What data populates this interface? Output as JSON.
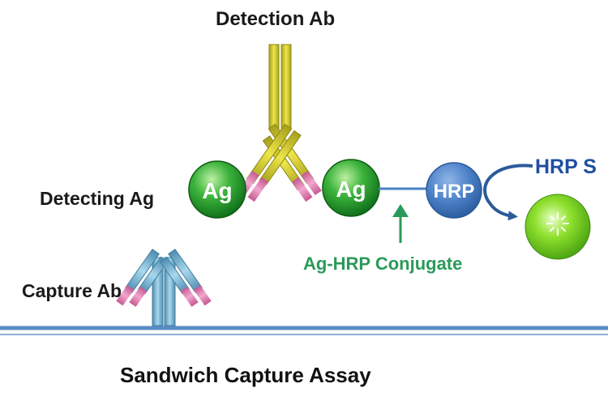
{
  "labels": {
    "detection_ab": "Detection Ab",
    "detecting_ag": "Detecting Ag",
    "capture_ab": "Capture Ab",
    "conjugate": "Ag-HRP Conjugate",
    "hrp_substrate": "HRP S",
    "title": "Sandwich Capture Assay"
  },
  "nodes": {
    "antigen_left": "Ag",
    "antigen_right": "Ag",
    "hrp": "HRP"
  },
  "colors": {
    "detection_antibody": "#e0d93a",
    "capture_antibody": "#8fc3dc",
    "antibody_tip": "#e27fb3",
    "antigen": "#2fa22f",
    "hrp_enzyme": "#4a7fc6",
    "conjugate_arrow": "#2a9a5a",
    "substrate_product": "#6fd21c",
    "surface": "#5b8bc6"
  }
}
